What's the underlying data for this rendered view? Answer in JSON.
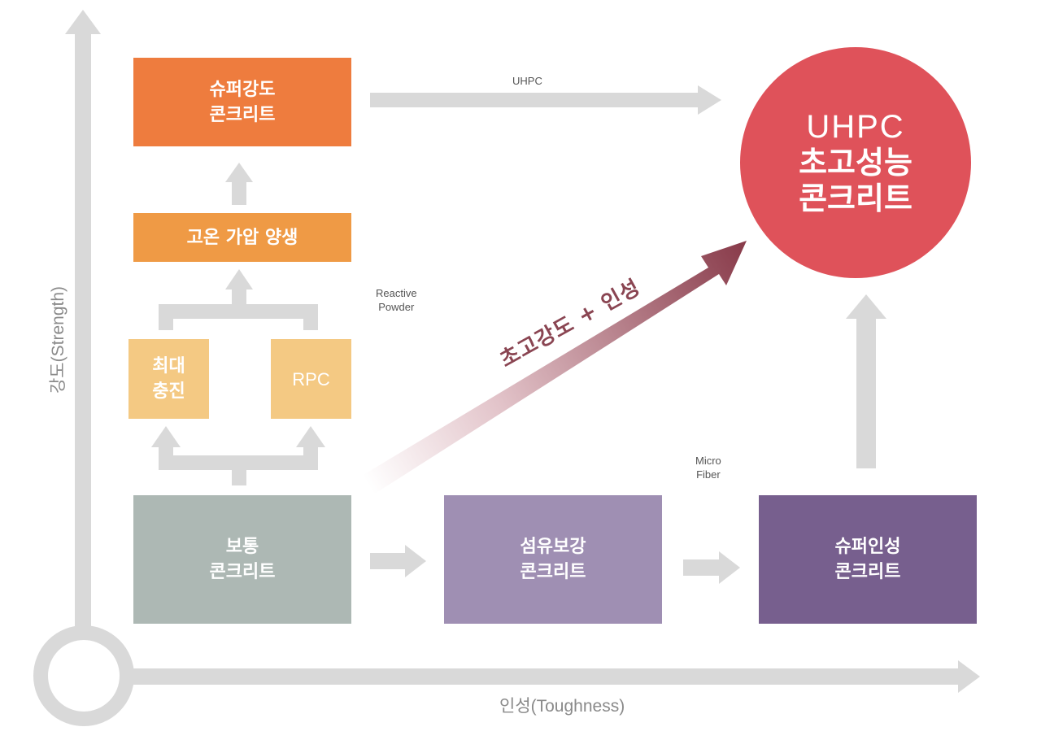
{
  "axes": {
    "y_label": "강도(Strength)",
    "x_label": "인성(Toughness)"
  },
  "boxes": {
    "super_strength": {
      "line1": "슈퍼강도",
      "line2": "콘크리트",
      "color": "#ee7c3e"
    },
    "curing": {
      "label": "고온 가압 양생",
      "color": "#ef9a45"
    },
    "max_fill": {
      "line1": "최대",
      "line2": "충진",
      "color": "#f4c983"
    },
    "rpc": {
      "label": "RPC",
      "color": "#f4c983"
    },
    "normal": {
      "line1": "보통",
      "line2": "콘크리트",
      "color": "#adb8b4"
    },
    "fiber": {
      "line1": "섬유보강",
      "line2": "콘크리트",
      "color": "#9f8fb3"
    },
    "super_toughness": {
      "line1": "슈퍼인성",
      "line2": "콘크리트",
      "color": "#775f8e"
    }
  },
  "uhpc": {
    "title": "UHPC",
    "line1": "초고성능",
    "line2": "콘크리트",
    "color": "#df525a"
  },
  "labels": {
    "uhpc_arrow": "UHPC",
    "reactive_powder_1": "Reactive",
    "reactive_powder_2": "Powder",
    "micro_fiber_1": "Micro",
    "micro_fiber_2": "Fiber",
    "diagonal": "초고강도 + 인성"
  },
  "colors": {
    "arrow_gray": "#d9d9d9",
    "axis_gray": "#d9d9d9",
    "diagonal_start": "#ffffff",
    "diagonal_end": "#8a3d4c"
  }
}
